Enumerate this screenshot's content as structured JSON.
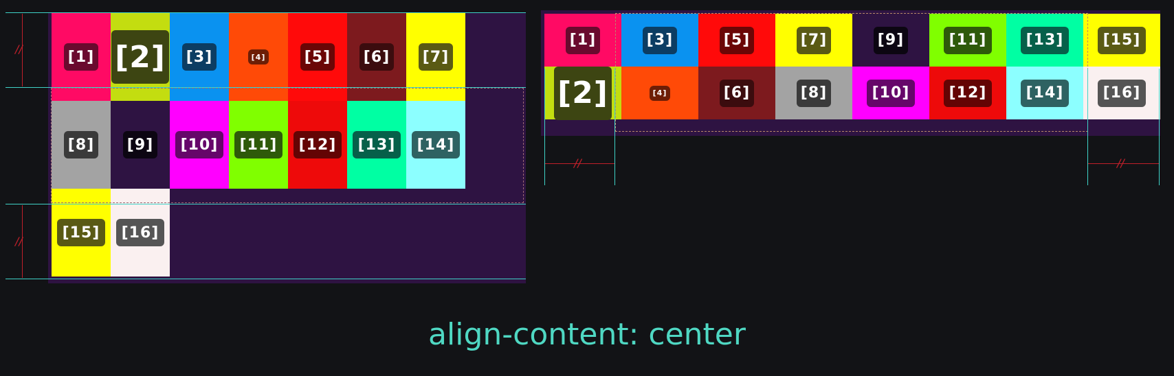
{
  "caption": "align-content: center",
  "left_grid": {
    "items": [
      {
        "label": "[1]",
        "bg": "#ff0a64",
        "badge": "#6a0a2e"
      },
      {
        "label": "[2]",
        "bg": "#c3dd10",
        "badge": "#3d4512",
        "big": true
      },
      {
        "label": "[3]",
        "bg": "#0a92f0",
        "badge": "#0c3d63"
      },
      {
        "label": "[4]",
        "bg": "#ff4a07",
        "badge": "#6d1e06",
        "small": true
      },
      {
        "label": "[5]",
        "bg": "#ff0a0a",
        "badge": "#6b0606"
      },
      {
        "label": "[6]",
        "bg": "#7d1a1e",
        "badge": "#3b0c0e"
      },
      {
        "label": "[7]",
        "bg": "#ffff00",
        "badge": "#5a5a14"
      },
      {
        "label": "[8]",
        "bg": "#a3a3a3",
        "badge": "#3a3a3a"
      },
      {
        "label": "[9]",
        "bg": "#2e1342",
        "badge": "#0c0612"
      },
      {
        "label": "[10]",
        "bg": "#ff00ff",
        "badge": "#66066a"
      },
      {
        "label": "[11]",
        "bg": "#80ff00",
        "badge": "#2e5a0a"
      },
      {
        "label": "[12]",
        "bg": "#ee0a0a",
        "badge": "#640404"
      },
      {
        "label": "[13]",
        "bg": "#00ffa3",
        "badge": "#06604a"
      },
      {
        "label": "[14]",
        "bg": "#8cffff",
        "badge": "#2e6262"
      },
      {
        "label": "[15]",
        "bg": "#ffff00",
        "badge": "#5a5a14"
      },
      {
        "label": "[16]",
        "bg": "#faf0f0",
        "badge": "#555555"
      }
    ]
  },
  "right_grid": {
    "row1": [
      {
        "label": "[1]",
        "bg": "#ff0a64",
        "badge": "#6a0a2e"
      },
      {
        "label": "[3]",
        "bg": "#0a92f0",
        "badge": "#0c3d63"
      },
      {
        "label": "[5]",
        "bg": "#ff0a0a",
        "badge": "#6b0606"
      },
      {
        "label": "[7]",
        "bg": "#ffff00",
        "badge": "#5a5a14"
      },
      {
        "label": "[9]",
        "bg": "#2e1342",
        "badge": "#0c0612"
      },
      {
        "label": "[11]",
        "bg": "#80ff00",
        "badge": "#2e5a0a"
      },
      {
        "label": "[13]",
        "bg": "#00ffa3",
        "badge": "#06604a"
      },
      {
        "label": "[15]",
        "bg": "#ffff00",
        "badge": "#5a5a14"
      }
    ],
    "row2": [
      {
        "label": "[2]",
        "bg": "#c3dd10",
        "badge": "#3d4512",
        "big": true
      },
      {
        "label": "[4]",
        "bg": "#ff4a07",
        "badge": "#6d1e06",
        "small": true
      },
      {
        "label": "[6]",
        "bg": "#7d1a1e",
        "badge": "#3b0c0e"
      },
      {
        "label": "[8]",
        "bg": "#a3a3a3",
        "badge": "#3a3a3a"
      },
      {
        "label": "[10]",
        "bg": "#ff00ff",
        "badge": "#66066a"
      },
      {
        "label": "[12]",
        "bg": "#ee0a0a",
        "badge": "#640404"
      },
      {
        "label": "[14]",
        "bg": "#8cffff",
        "badge": "#2e6262"
      },
      {
        "label": "[16]",
        "bg": "#faf0f0",
        "badge": "#555555"
      }
    ]
  }
}
